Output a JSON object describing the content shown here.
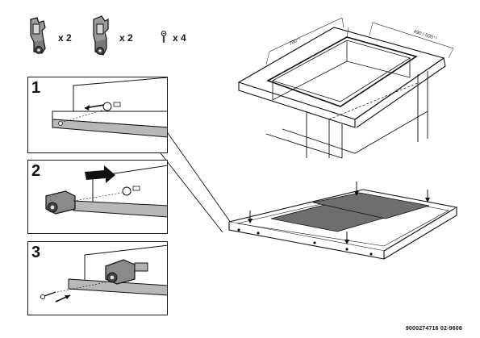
{
  "parts": [
    {
      "icon": "mounting-bracket-icon",
      "quantity": "x 2"
    },
    {
      "icon": "mounting-bracket-alt-icon",
      "quantity": "x 2"
    },
    {
      "icon": "screw-icon",
      "quantity": "x 4"
    }
  ],
  "cutout": {
    "width_label": "780⁺¹",
    "depth_label": "490 / 500⁺¹"
  },
  "steps": [
    {
      "number": "1"
    },
    {
      "number": "2"
    },
    {
      "number": "3"
    }
  ],
  "document_code": "9000274716 02-9608",
  "colors": {
    "line": "#1a1a1a",
    "shade": "#b8b8b8",
    "hob_glass": "#6e6e6e",
    "arrow": "#1a1a1a"
  }
}
